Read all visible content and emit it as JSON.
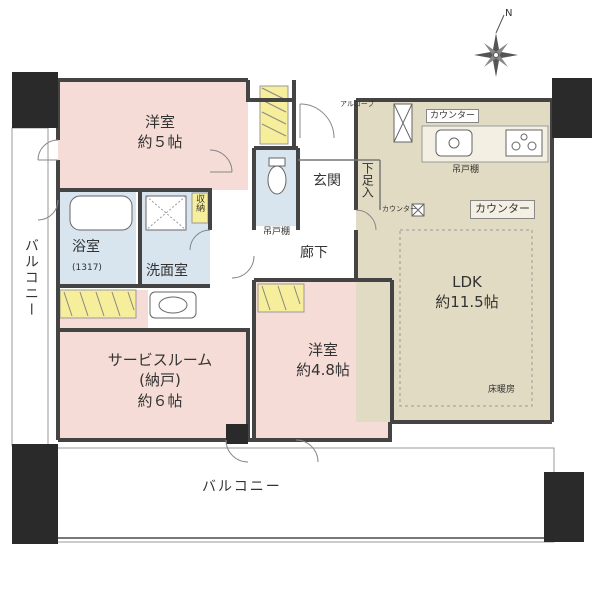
{
  "compass": {
    "north": "N"
  },
  "rooms": {
    "western_room_1": {
      "name": "洋室",
      "size": "約５帖"
    },
    "western_room_2": {
      "name": "洋室",
      "size": "約4.8帖"
    },
    "service_room": {
      "name": "サービスルーム",
      "note": "(納戸)",
      "size": "約６帖"
    },
    "ldk": {
      "name": "LDK",
      "size": "約11.5帖",
      "floor_heating": "床暖房"
    },
    "bathroom": {
      "name": "浴室",
      "size_code": "(1317)"
    },
    "washroom": {
      "name": "洗面室"
    },
    "entrance": {
      "name": "玄関"
    },
    "hallway": {
      "name": "廊下"
    }
  },
  "labels": {
    "storage": "収納",
    "shoe_box": "下足入",
    "hanging_cabinet_entry": "吊戸棚",
    "hanging_cabinet_kitchen": "吊戸棚",
    "alcove": "アルコーブ",
    "counter_top": "カウンター",
    "counter_small": "カウンター",
    "counter_right": "カウンター"
  },
  "balconies": {
    "left": "バルコニー",
    "bottom": "バルコニー"
  },
  "colors": {
    "room_pink": "#f5dcd6",
    "ldk_beige": "#e2dbc3",
    "wet_blue": "#d8e4ee",
    "wall": "#444444",
    "column": "#2a2a2a",
    "closet_yellow": "#f6ee9a"
  }
}
